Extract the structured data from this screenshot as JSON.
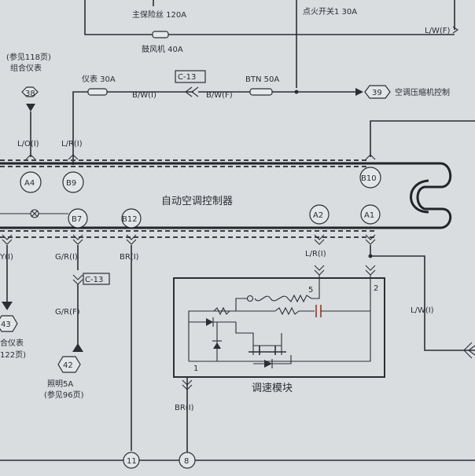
{
  "labels": {
    "main_fuse": "主保险丝 120A",
    "ignition": "点火开关1 30A",
    "blower": "鼓风机 40A",
    "wire_lwf": "L/W(F)",
    "ref118": "(参见118页)",
    "combo_meter": "组合仪表",
    "meter_fuse": "仪表 30A",
    "wire_bwi": "B/W(I)",
    "c13_top": "C-13",
    "wire_bwf": "B/W(F)",
    "btn_fuse": "BTN 50A",
    "ac_compressor": "空调压缩机控制",
    "wire_loi": "L/O(I)",
    "wire_lri_top": "L/R(I)",
    "auto_ac": "自动空调控制器",
    "wire_yi": "Y(I)",
    "wire_gri": "G/R(I)",
    "wire_bri_top": "BR(I)",
    "wire_lri_mid": "L/R(I)",
    "wire_lwi": "L/W(I)",
    "c13_mid": "C-13",
    "wire_grf": "G/R(F)",
    "speed_module": "调速模块",
    "wire_bri_bot": "BR(I)",
    "meter_partial": "合仪表",
    "page_partial": "122页)",
    "lighting": "照明5A",
    "ref96": "(参见96页)"
  },
  "connectors": {
    "n38": "38",
    "n39": "39",
    "n43": "43",
    "n42": "42",
    "a4": "A4",
    "b9": "B9",
    "b10": "B10",
    "b7": "B7",
    "b12": "B12",
    "a2": "A2",
    "a1": "A1",
    "n11": "11",
    "n8": "8"
  },
  "pins": {
    "p1": "1",
    "p2": "2",
    "p5": "5"
  },
  "colors": {
    "background": "#d9dde0",
    "wire": "#2b2e33",
    "capacitor": "#8a3b2a"
  }
}
